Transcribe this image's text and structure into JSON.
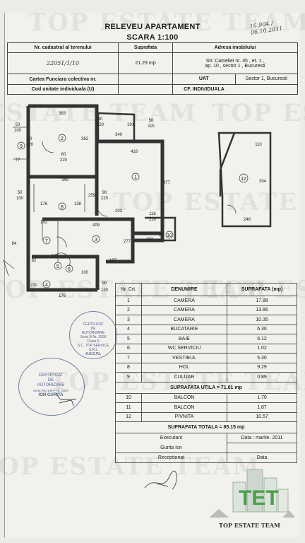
{
  "header": {
    "title": "RELEVEU APARTAMENT",
    "scale": "SCARA 1:100",
    "corner_note": "16.904 / 06.10.2011"
  },
  "info_table": {
    "h_cadastral": "Nr. cadastral al terenului",
    "h_area": "Suprafata",
    "h_address": "Adresa imobilului",
    "cadastral_value": "22051/1/10",
    "area_value": "21.29 mp",
    "address_line1": "Str. Cameliei nr. 35 , et. 1 ,",
    "address_line2": "ap. 10 , sector 1 , Bucuresti",
    "h_cf": "Cartea Funciara colectiva nr.",
    "h_uat": "UAT",
    "uat_value": "Sector 1, Bucuresti",
    "h_unit": "Cod unitate individuala (U)",
    "cf_ind": "CF. INDIVIDUALA"
  },
  "watermark": "TOP ESTATE TEAM",
  "plan_labels": {
    "d383": "383",
    "d80a": "80",
    "d220a": "220",
    "d50a": "50",
    "d50b": "50",
    "d115": "115",
    "d191a": "191",
    "d340": "340",
    "d362": "362",
    "d418": "418",
    "d477": "477",
    "d50c": "50",
    "d100a": "100",
    "d77": "77",
    "d80b": "80",
    "d220b": "220",
    "d60": "60",
    "d220c": "220",
    "d349": "349",
    "d50d": "50",
    "d100b": "100",
    "d90": "90",
    "d220d": "220",
    "d259": "259",
    "d176a": "176",
    "d138": "138",
    "d203": "203",
    "d152": "152",
    "d409": "409",
    "d277": "277",
    "d262": "262",
    "d10": "10",
    "d116": "116",
    "d220e": "220",
    "d191b": "191",
    "d82": "82",
    "d197": "197",
    "d100c": "100",
    "d210": "210",
    "d90b": "90",
    "d120": "120",
    "d176b": "176",
    "d110": "110",
    "d304": "304",
    "d248": "248",
    "d84": "84",
    "r1": "1",
    "r2": "2",
    "r3": "3",
    "r4": "4",
    "r5": "5",
    "r6": "6",
    "r7": "7",
    "r8": "8",
    "r9": "9",
    "r10": "10",
    "r12": "12"
  },
  "rooms_table": {
    "h_nr": "Nr. Crt.",
    "h_name": "DENUMIRE",
    "h_area": "SUPRAFATA (mp)",
    "rows": [
      {
        "nr": "1",
        "name": "CAMERA",
        "area": "17.88"
      },
      {
        "nr": "2",
        "name": "CAMERA",
        "area": "13.86"
      },
      {
        "nr": "3",
        "name": "CAMERA",
        "area": "10.35"
      },
      {
        "nr": "4",
        "name": "BUCATARIE",
        "area": "6.30"
      },
      {
        "nr": "5",
        "name": "BAIE",
        "area": "6.12"
      },
      {
        "nr": "6",
        "name": "WC SERVICIU",
        "area": "1.02"
      },
      {
        "nr": "7",
        "name": "VESTIBUL",
        "area": "5.30"
      },
      {
        "nr": "8",
        "name": "HOL",
        "area": "9.29"
      },
      {
        "nr": "9",
        "name": "CULUAR",
        "area": "0.89"
      }
    ],
    "util": "SUPRAFATA UTILA = 71.01 mp",
    "rows2": [
      {
        "nr": "10",
        "name": "BALCON",
        "area": "1.70"
      },
      {
        "nr": "11",
        "name": "BALCON",
        "area": "1.87"
      },
      {
        "nr": "12",
        "name": "PIVNITA",
        "area": "10.57"
      }
    ],
    "total": "SUPRAFATA TOTALA = 85.15 mp",
    "executant": "Executant",
    "data_label": "Data : martie. 2011",
    "executant_name": "Gurita Ion",
    "receptionat": "Receptionat",
    "data2": "Data"
  },
  "stamp1": {
    "line1": "CERTIFICAT",
    "line2": "DE",
    "line3": "AUTORIZARE",
    "line4": "Seria RO-149-F Nr. 0057",
    "line5": "ION GURITA"
  },
  "stamp2": {
    "line1": "CERTIFICAT",
    "line2": "DE",
    "line3": "AUTORIZARE",
    "line4": "Seria B Nr. 2009",
    "line5": "Clasa II",
    "line6": "S.C. TOP SERVICE S.R.L",
    "line7": "A.N.C.P.I."
  },
  "logo": {
    "text": "TET",
    "tagline": "TOP ESTATE TEAM"
  }
}
